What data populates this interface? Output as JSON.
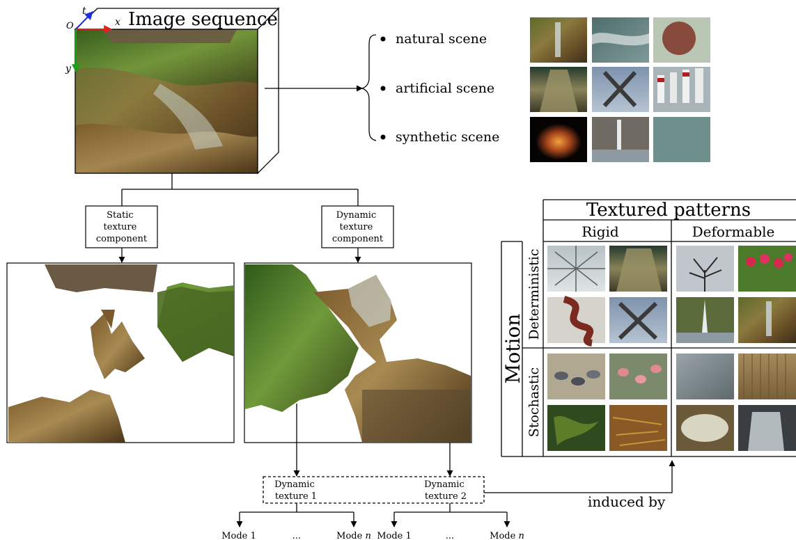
{
  "image_sequence": {
    "title": "Image sequence",
    "axis_t": "t",
    "axis_x": "x",
    "axis_y": "y",
    "origin": "O"
  },
  "scene_types": [
    "natural scene",
    "artificial scene",
    "synthetic scene"
  ],
  "static_component": [
    "Static",
    "texture",
    "component"
  ],
  "dynamic_component": [
    "Dynamic",
    "texture",
    "component"
  ],
  "dynamic_textures": [
    [
      "Dynamic",
      "texture 1"
    ],
    [
      "Dynamic",
      "texture 2"
    ]
  ],
  "modes": [
    "Mode 1",
    "...",
    "Mode n"
  ],
  "modes_left": [
    "Mode 1",
    "...",
    "Mode"
  ],
  "mode_n": "n",
  "induced_by": "induced by",
  "table": {
    "title": "Textured patterns",
    "col_rigid": "Rigid",
    "col_deformable": "Deformable",
    "row_header": "Motion",
    "row_deterministic": "Deterministic",
    "row_stochastic": "Stochastic"
  },
  "colors": {
    "axis_t": "#1f2fd9",
    "axis_x": "#e0201c",
    "axis_y": "#16a316",
    "line": "#000000"
  }
}
